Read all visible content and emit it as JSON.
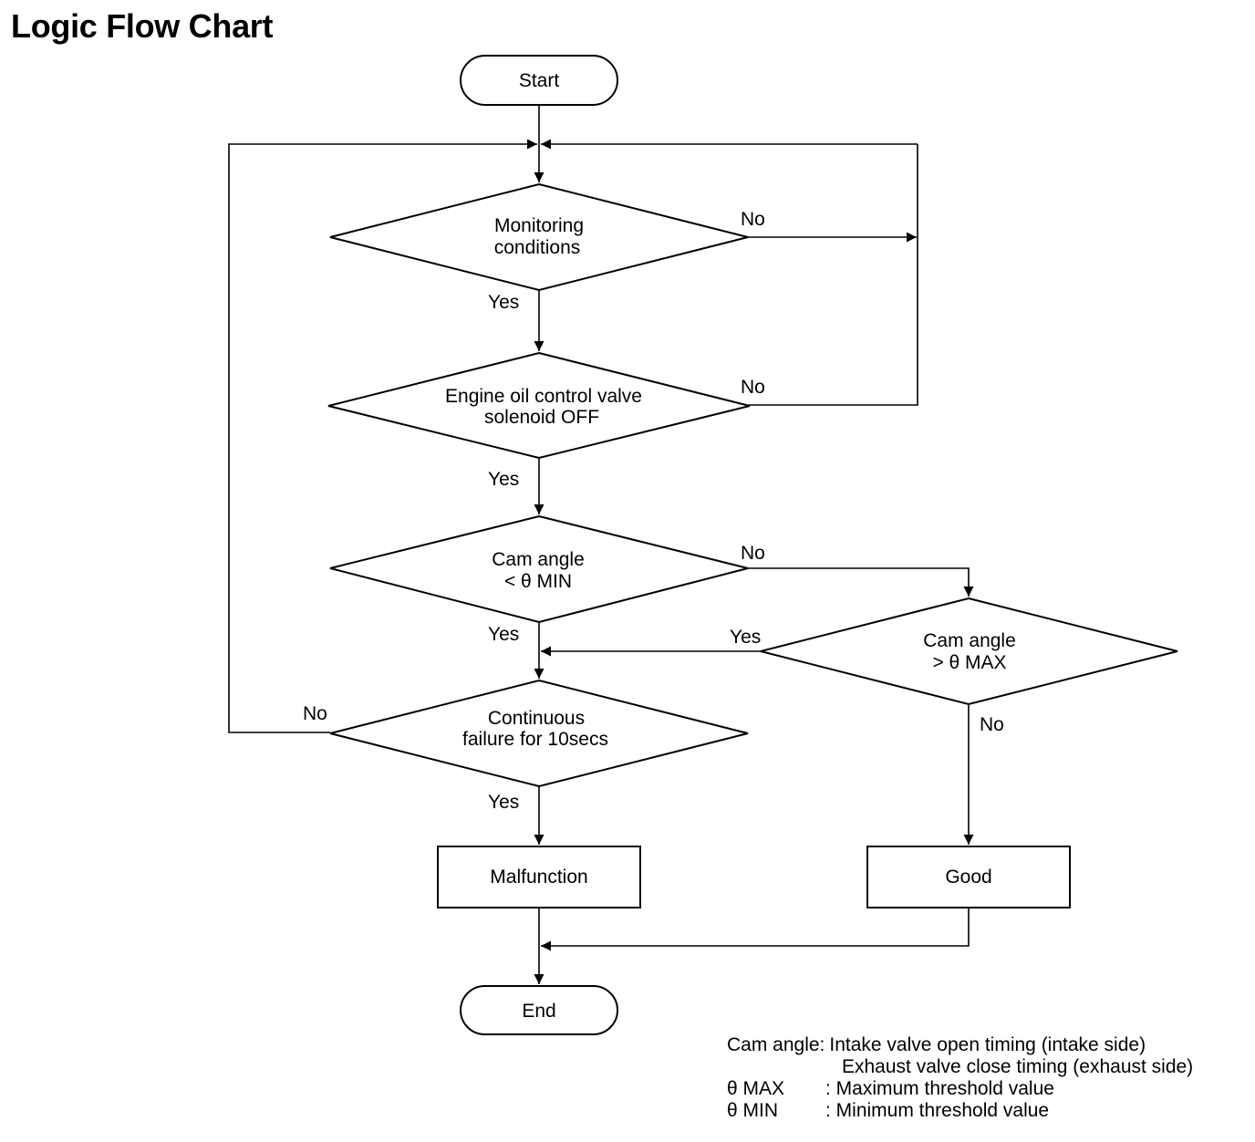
{
  "title": "Logic Flow Chart",
  "nodes": {
    "start": "Start",
    "monitoring": [
      "Monitoring",
      "conditions"
    ],
    "oil_valve": [
      "Engine oil control valve",
      "solenoid OFF"
    ],
    "cam_min": [
      "Cam angle",
      "< θ MIN"
    ],
    "cam_max": [
      "Cam angle",
      "> θ MAX"
    ],
    "continuous": [
      "Continuous",
      "failure for 10secs"
    ],
    "malfunction": "Malfunction",
    "good": "Good",
    "end": "End"
  },
  "edge_labels": {
    "monitoring_yes": "Yes",
    "monitoring_no": "No",
    "oil_valve_yes": "Yes",
    "oil_valve_no": "No",
    "cam_min_yes": "Yes",
    "cam_min_no": "No",
    "cam_max_yes": "Yes",
    "cam_max_no": "No",
    "continuous_yes": "Yes",
    "continuous_no": "No"
  },
  "legend": {
    "cam_angle_term": "Cam angle:",
    "cam_angle_def_1": "Intake valve open timing (intake side)",
    "cam_angle_def_2": "Exhaust valve close timing (exhaust side)",
    "theta_max_term": "θ MAX",
    "theta_max_def": ": Maximum threshold value",
    "theta_min_term": "θ MIN",
    "theta_min_def": ": Minimum threshold value"
  }
}
